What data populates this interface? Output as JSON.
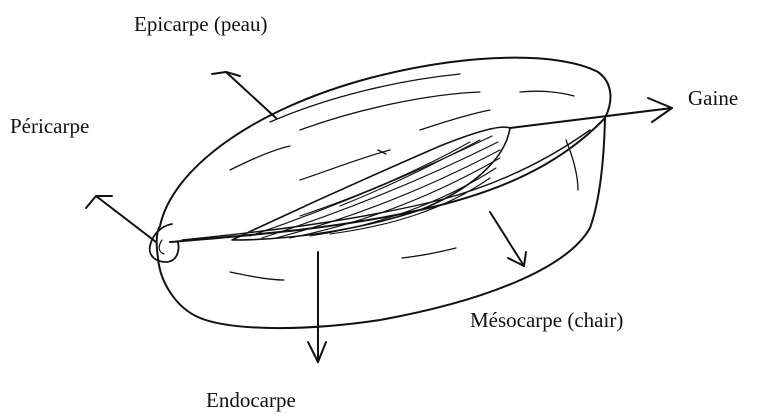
{
  "labels": {
    "epicarpe": "Epicarpe (peau)",
    "pericarpe": "Péricarpe",
    "gaine": "Gaine",
    "mesocarpe": "Mésocarpe  (chair)",
    "endocarpe": "Endocarpe"
  },
  "colors": {
    "ink": "#111111",
    "background": "#ffffff"
  }
}
